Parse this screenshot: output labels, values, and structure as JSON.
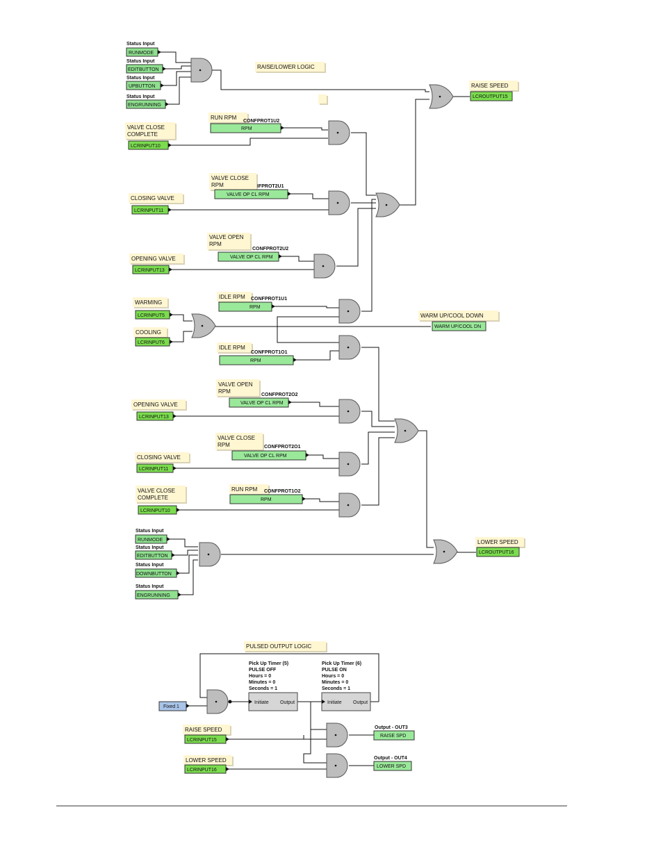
{
  "title_main": "RAISE/LOWER LOGIC",
  "title_pulsed": "PULSED OUTPUT LOGIC",
  "status_label": "Status Input",
  "signals": {
    "runmode": "RUNMODE",
    "editbutton": "EDITBUTTON",
    "upbutton": "UPBUTTON",
    "downbutton": "DOWNBUTTON",
    "engrunning": "ENGRUNNING",
    "in10": "LCRINPUT10",
    "in11": "LCRINPUT11",
    "in13": "LCRINPUT13",
    "in5": "LCRINPUT5",
    "in6": "LCRINPUT6",
    "in15": "LCRINPUT15",
    "in16": "LCRINPUT16",
    "out15": "LCROUTPUT15",
    "out16": "LCROUTPUT16",
    "rpm": "RPM",
    "valve_op_cl_rpm": "VALVE OP CL RPM",
    "warm_cool_dn": "WARM UP/COOL DN",
    "fixed1": "Fixed 1",
    "raise_spd": "RAISE SPD",
    "lower_spd": "LOWER SPD"
  },
  "notes": {
    "raise_speed": "RAISE SPEED",
    "lower_speed": "LOWER SPEED",
    "run_rpm": "RUN RPM",
    "valve_close_complete_1": "VALVE CLOSE",
    "valve_close_complete_2": "COMPLETE",
    "valve_close_rpm_1": "VALVE CLOSE",
    "valve_close_rpm_2": "RPM",
    "closing_valve": "CLOSING VALVE",
    "valve_open_rpm_1": "VALVE OPEN",
    "valve_open_rpm_2": "RPM",
    "opening_valve": "OPENING VALVE",
    "warming": "WARMING",
    "cooling": "COOLING",
    "idle_rpm": "IDLE RPM",
    "warm_up_cool_down": "WARM UP/COOL DOWN"
  },
  "protections": {
    "p1u2": "CONFPROT1U2",
    "p2u1": "IFPROT2U1",
    "p2u2": "CONFPROT2U2",
    "p1u1": "CONFPROT1U1",
    "p1o1": "CONFPROT1O1",
    "p2o2": "CONFPROT2O2",
    "p2o1": "CONFPROT2O1",
    "p1o2": "CONFPROT1O2"
  },
  "timers": [
    {
      "name": "Pick Up Timer (5)",
      "mode": "PULSE OFF",
      "hours": "Hours = 0",
      "minutes": "Minutes = 0",
      "seconds": "Seconds = 1",
      "initiate": "Initiate",
      "output": "Output"
    },
    {
      "name": "Pick Up Timer (6)",
      "mode": "PULSE ON",
      "hours": "Hours = 0",
      "minutes": "Minutes = 0",
      "seconds": "Seconds = 1",
      "initiate": "Initiate",
      "output": "Output"
    }
  ],
  "outputs": {
    "out3": "Output - OUT3",
    "out4": "Output - OUT4"
  }
}
